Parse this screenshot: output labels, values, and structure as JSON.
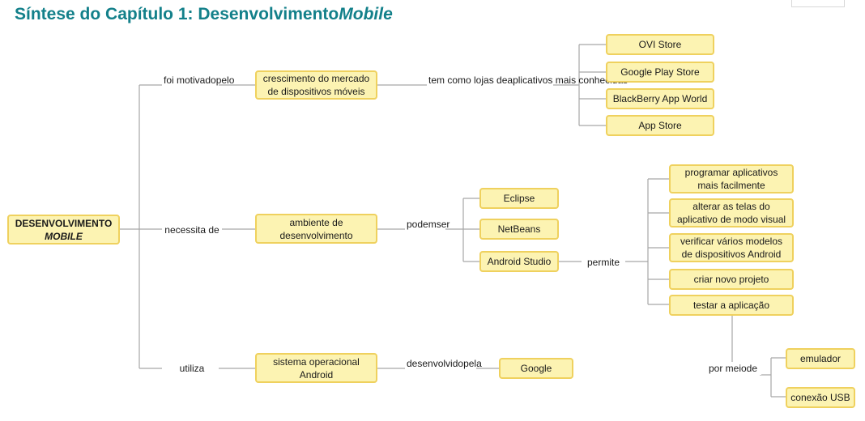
{
  "title": {
    "main": "Síntese do Capítulo 1: Desenvolvimento",
    "italic": "Mobile"
  },
  "root": {
    "line1": "DESENVOLVIMENTO",
    "line2": "MOBILE"
  },
  "labels": {
    "foi_motivado": [
      "foi motivado",
      "pelo"
    ],
    "necessita": "necessita de",
    "utiliza": "utiliza",
    "tem_como": [
      "tem como lojas de",
      "aplicativos mais conhecidas"
    ],
    "podem_ser": [
      "podem",
      "ser"
    ],
    "permite": "permite",
    "desenvolvido": [
      "desenvolvido",
      "pela"
    ],
    "por_meio": [
      "por meio",
      "de"
    ]
  },
  "nodes": {
    "crescimento": [
      "crescimento do mercado",
      "de dispositivos móveis"
    ],
    "ambiente": [
      "ambiente de",
      "desenvolvimento"
    ],
    "sistema": [
      "sistema operacional",
      "Android"
    ],
    "stores": [
      "OVI Store",
      "Google Play Store",
      "BlackBerry App World",
      "App Store"
    ],
    "ides": [
      "Eclipse",
      "NetBeans",
      "Android Studio"
    ],
    "google": "Google",
    "features": [
      [
        "programar aplicativos",
        "mais facilmente"
      ],
      [
        "alterar as telas do",
        "aplicativo de modo visual"
      ],
      [
        "verificar vários modelos",
        "de dispositivos Android"
      ],
      [
        "criar novo projeto"
      ],
      [
        "testar a aplicação"
      ]
    ],
    "test_means": [
      "emulador",
      "conexão USB"
    ]
  },
  "colors": {
    "title": "#13808a",
    "node_fill": "#fcf3b2",
    "node_border": "#efd15e",
    "line": "#a6a6a6"
  }
}
